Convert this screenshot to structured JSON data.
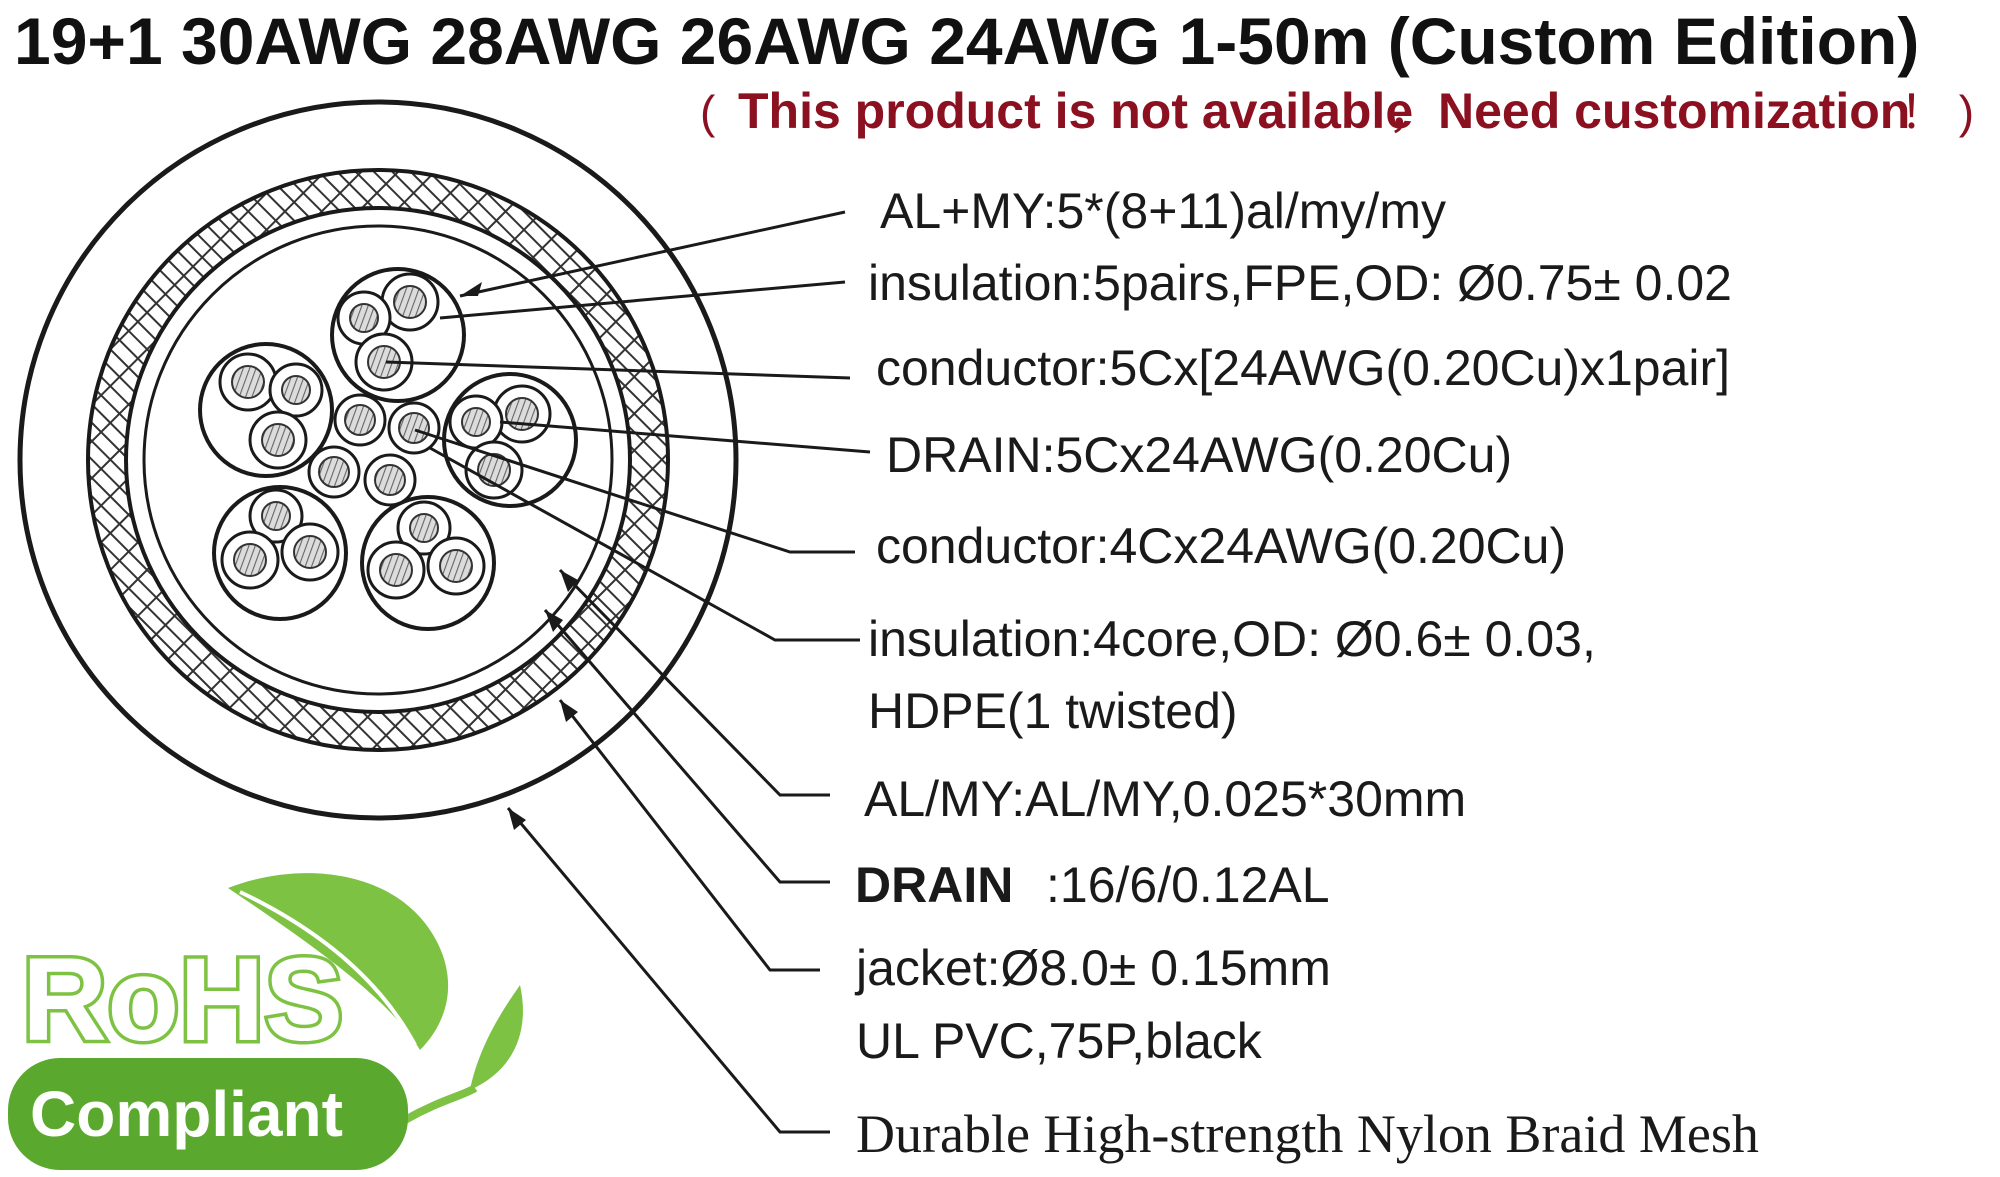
{
  "header": {
    "title": "19+1 30AWG 28AWG 26AWG 24AWG 1-50m (Custom Edition)",
    "notice_open": "(",
    "notice_part1": "This product is not available",
    "notice_sep": "，",
    "notice_part2": "Need customization",
    "notice_close": "！ )"
  },
  "labels": {
    "al_my_pair": "AL+MY:5*(8+11)al/my/my",
    "insulation_pairs": "insulation:5pairs,FPE,OD: Ø0.75± 0.02",
    "conductor_pairs": "conductor:5Cx[24AWG(0.20Cu)x1pair]",
    "drain_pairs": "DRAIN:5Cx24AWG(0.20Cu)",
    "conductor_cores": "conductor:4Cx24AWG(0.20Cu)",
    "insulation_cores_1": "insulation:4core,OD: Ø0.6± 0.03,",
    "insulation_cores_2": "HDPE(1 twisted)",
    "al_my_shield": "AL/MY:AL/MY,0.025*30mm",
    "drain_shield_key": "DRAIN",
    "drain_shield_value": ":16/6/0.12AL",
    "jacket_1": "jacket:Ø8.0± 0.15mm",
    "jacket_2": "UL PVC,75P,black",
    "braid": "Durable High-strength  Nylon Braid Mesh"
  },
  "badge": {
    "rohs": "RoHS",
    "compliant": "Compliant"
  },
  "colors": {
    "notice_red": "#8b1020",
    "rohs_green": "#7dc242",
    "badge_dark_green": "#5aa92e"
  }
}
